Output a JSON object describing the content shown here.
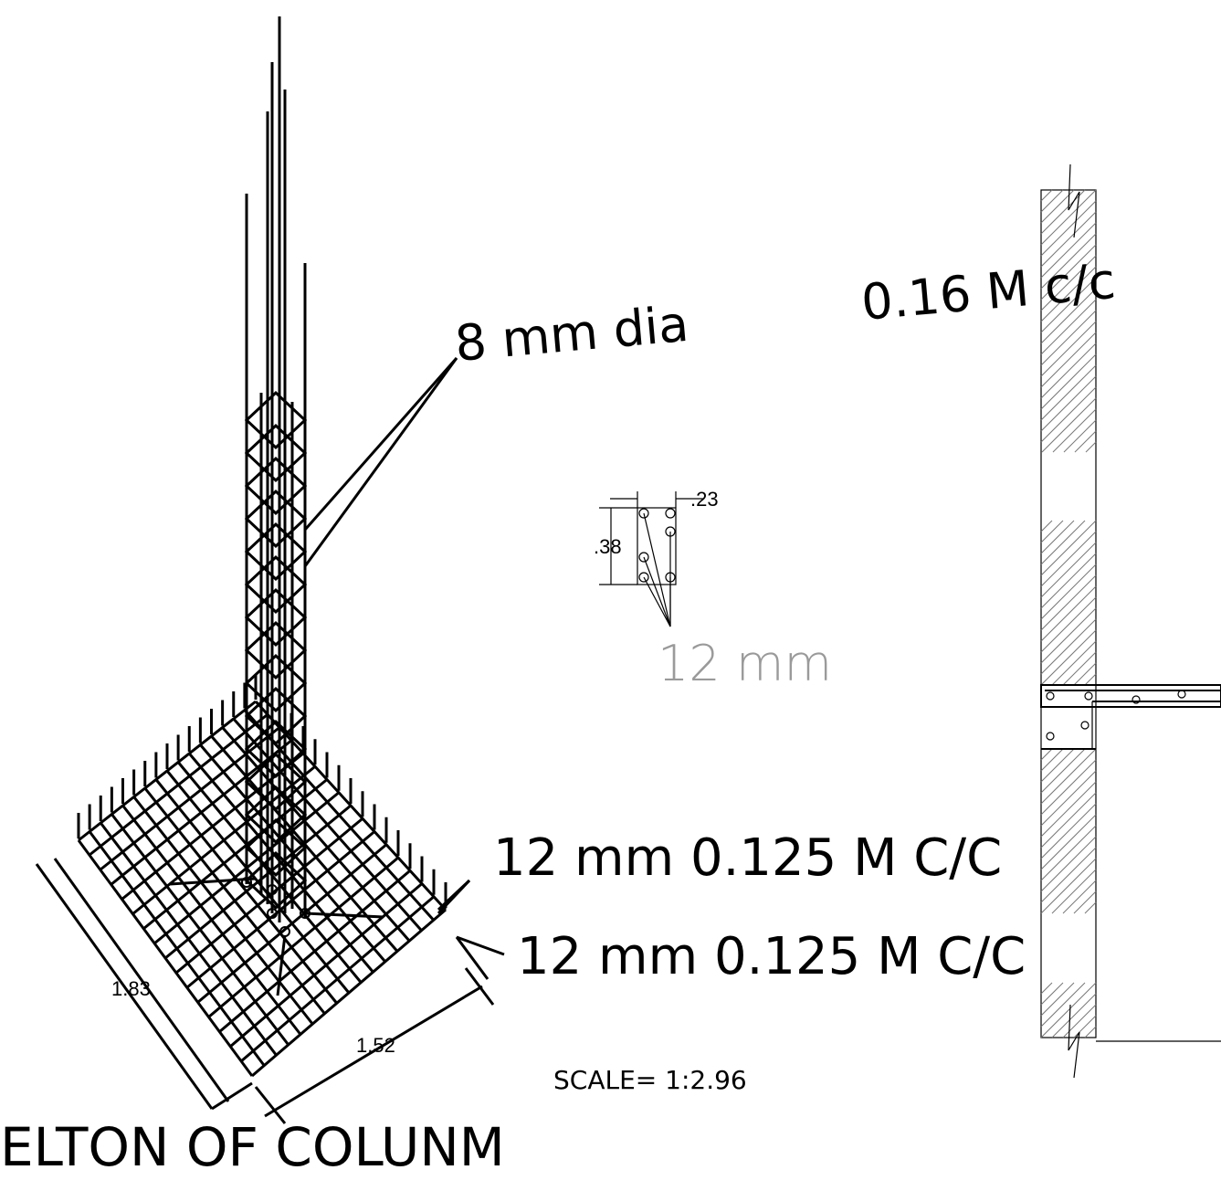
{
  "labels": {
    "stirrup": "8 mm dia",
    "stirrup_spacing": "0.16 M c/c",
    "main_bar": "12 mm",
    "footing_bar_1": "12 mm 0.125 M C/C",
    "footing_bar_2": "12 mm 0.125 M C/C",
    "scale": "SCALE= 1:2.96",
    "title": "ELTON OF COLUNM"
  },
  "dimensions": {
    "column_width": ".23",
    "column_depth": ".38",
    "footing_length": "1.83",
    "footing_width": "1.52"
  },
  "colors": {
    "line": "#000000",
    "dim_text": "#9a9a9a",
    "background": "#ffffff"
  }
}
